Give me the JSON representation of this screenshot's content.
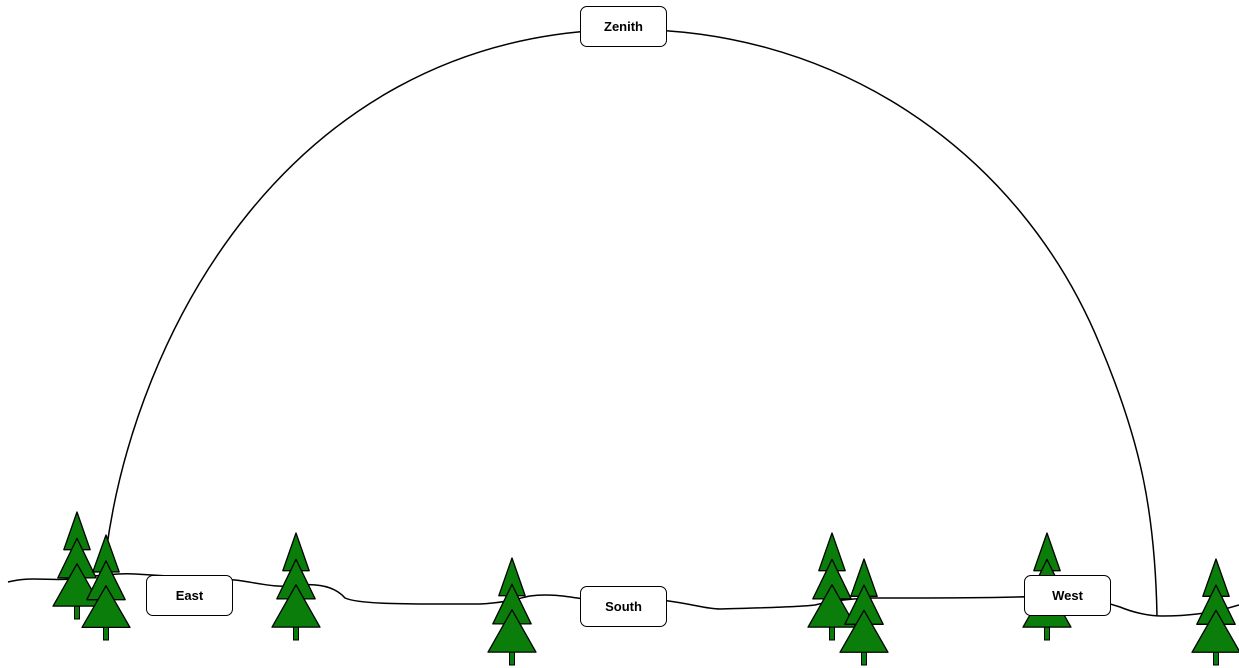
{
  "labels": {
    "zenith": "Zenith",
    "east": "East",
    "south": "South",
    "west": "West"
  },
  "colors": {
    "tree_fill": "#0a7d0a",
    "outline": "#000000",
    "background": "#ffffff"
  },
  "icons": {
    "tree": "pine-tree-icon"
  }
}
